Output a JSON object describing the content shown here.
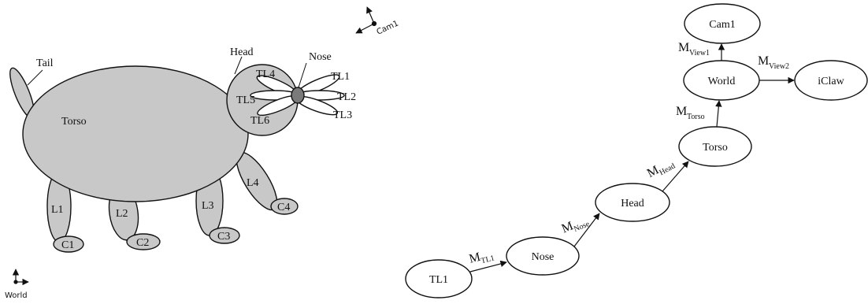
{
  "creature": {
    "tail": "Tail",
    "torso": "Torso",
    "head": "Head",
    "nose": "Nose",
    "tentacles": [
      "TL1",
      "TL2",
      "TL3",
      "TL4",
      "TL5",
      "TL6"
    ],
    "legs": [
      "L1",
      "L2",
      "L3",
      "L4"
    ],
    "claws": [
      "C1",
      "C2",
      "C3",
      "C4"
    ],
    "camera": "Cam1",
    "world": "World"
  },
  "graph": {
    "nodes": {
      "tl1": "TL1",
      "nose": "Nose",
      "head": "Head",
      "torso": "Torso",
      "world": "World",
      "cam1": "Cam1",
      "iclaw": "iClaw"
    },
    "edges": {
      "m": "M",
      "tl1": "TL1",
      "nose": "Nose",
      "head": "Head",
      "torso": "Torso",
      "view1": "View1",
      "view2": "View2"
    }
  },
  "colors": {
    "body_fill": "#c8c8c8",
    "nose_fill": "#7a7a7a",
    "stroke": "#111111"
  }
}
